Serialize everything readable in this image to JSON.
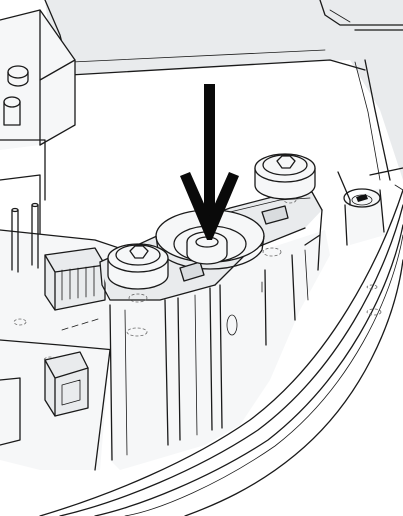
{
  "figure": {
    "type": "cad-line-drawing",
    "subject": "screw-clamp-on-cylinder-block",
    "callout": {
      "icon": "down-arrow-icon",
      "color": "#0a0a0a",
      "points_to": "center-boss"
    },
    "colors": {
      "line": "#1a1a1a",
      "surface": "#f6f7f8",
      "shade": "#e9ebed",
      "background": "#ffffff"
    }
  }
}
